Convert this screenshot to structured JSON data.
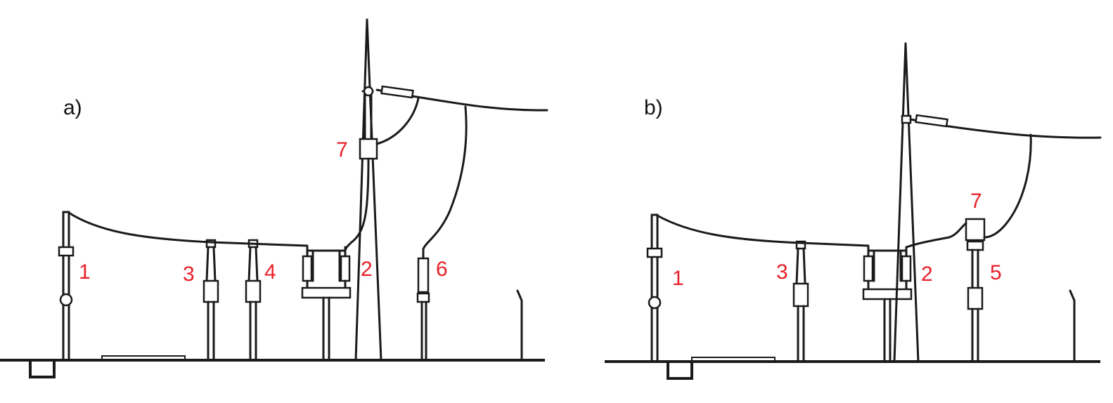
{
  "panel_a": {
    "label": "a)",
    "numbers": [
      "1",
      "3",
      "4",
      "7",
      "2",
      "6"
    ]
  },
  "panel_b": {
    "label": "b)",
    "numbers": [
      "1",
      "3",
      "2",
      "7",
      "5"
    ]
  },
  "colors": {
    "labels": "#e8202a",
    "lines": "#1a1a1a",
    "background": "#ffffff"
  }
}
